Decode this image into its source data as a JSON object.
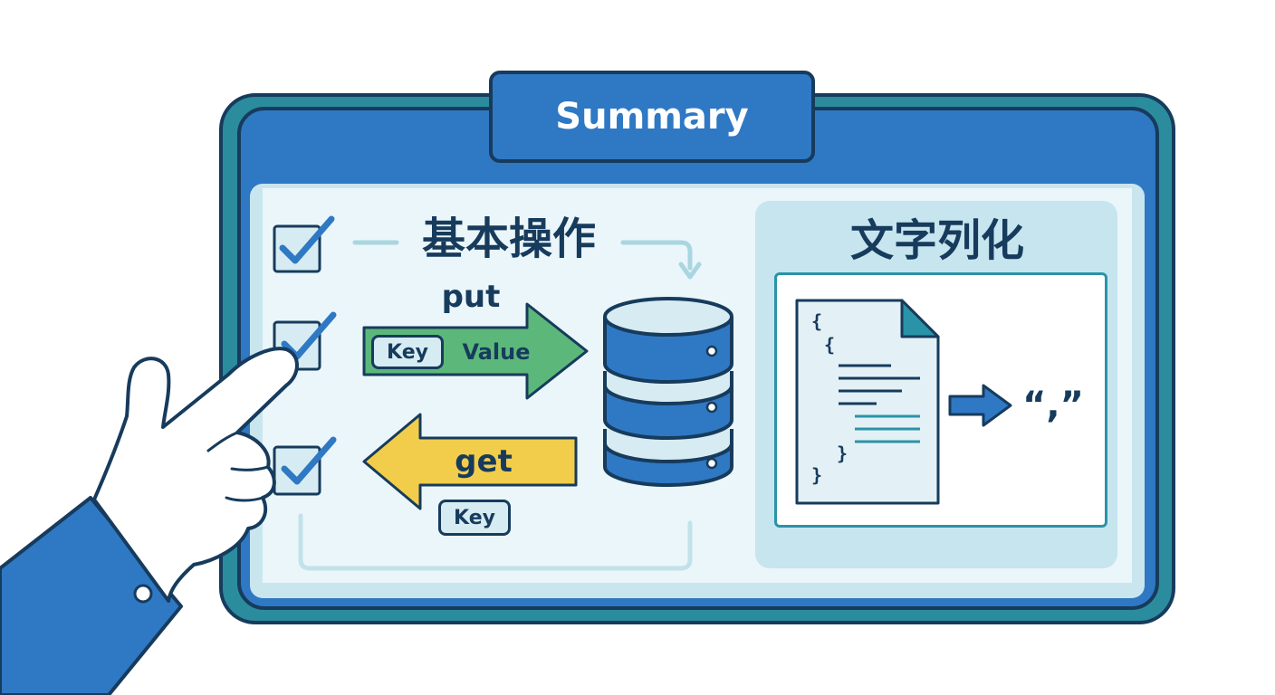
{
  "board": {
    "tab_title": "Summary"
  },
  "left": {
    "heading": "基本操作",
    "put_label": "put",
    "put_key": "Key",
    "put_value": "Value",
    "get_label": "get",
    "get_key": "Key"
  },
  "right": {
    "heading": "文字列化",
    "doc_lines": [
      "{",
      "{",
      "}",
      "}"
    ],
    "result_text": "“,”"
  },
  "colors": {
    "board_teal": "#2b8c9e",
    "board_blue": "#2f78c4",
    "outline": "#173b5c",
    "put_arrow": "#5cb87a",
    "get_arrow": "#f2cd4b",
    "panel_light": "#c9e6ee"
  },
  "icons": [
    "checkbox-icon",
    "database-icon",
    "document-icon",
    "arrow-right-icon",
    "pointing-hand-icon"
  ]
}
